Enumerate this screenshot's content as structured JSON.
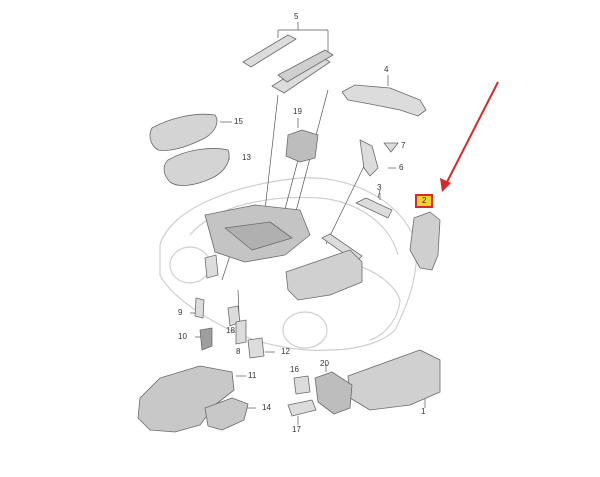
{
  "diagram": {
    "callouts": [
      {
        "id": "c1",
        "label": "1"
      },
      {
        "id": "c2",
        "label": "2"
      },
      {
        "id": "c3",
        "label": "3"
      },
      {
        "id": "c4",
        "label": "4"
      },
      {
        "id": "c5",
        "label": "5"
      },
      {
        "id": "c6",
        "label": "6"
      },
      {
        "id": "c7",
        "label": "7"
      },
      {
        "id": "c8",
        "label": "8"
      },
      {
        "id": "c9",
        "label": "9"
      },
      {
        "id": "c10",
        "label": "10"
      },
      {
        "id": "c11",
        "label": "11"
      },
      {
        "id": "c12",
        "label": "12"
      },
      {
        "id": "c13",
        "label": "13"
      },
      {
        "id": "c14",
        "label": "14"
      },
      {
        "id": "c15",
        "label": "15"
      },
      {
        "id": "c16",
        "label": "16"
      },
      {
        "id": "c17",
        "label": "17"
      },
      {
        "id": "c18",
        "label": "18"
      },
      {
        "id": "c19",
        "label": "19"
      },
      {
        "id": "c20",
        "label": "20"
      }
    ],
    "highlighted_part": "2",
    "colors": {
      "highlight_fill": "#f3d227",
      "highlight_border": "#d62a2a",
      "arrow": "#d62a2a",
      "part_fill": "#d9d9d9",
      "part_stroke": "#6b6b6b",
      "car_outline": "#cfcfcf"
    }
  }
}
